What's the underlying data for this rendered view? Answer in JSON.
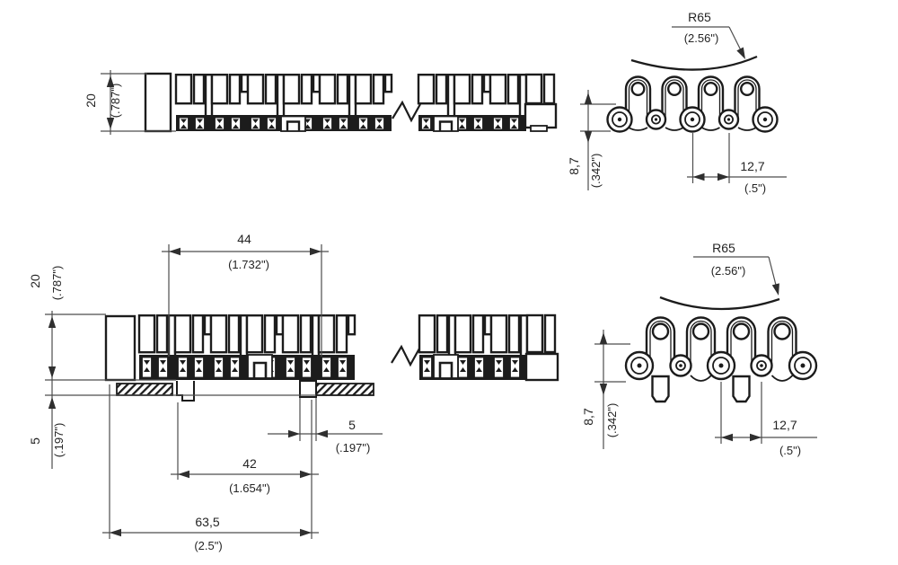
{
  "drawing_type": "chain-conveyor-technical-drawing",
  "colors": {
    "line": "#1c1c1c",
    "dimension": "#4d4d4d",
    "text": "#242424",
    "background": "#ffffff"
  },
  "views": {
    "top_side": {
      "dims": {
        "height": {
          "mm": "20",
          "in": "(.787\")"
        }
      }
    },
    "top_end": {
      "dims": {
        "radius": {
          "mm": "R65",
          "in": "(2.56\")"
        },
        "back_height": {
          "mm": "8,7",
          "in": "(.342\")"
        },
        "pitch": {
          "mm": "12,7",
          "in": "(.5\")"
        }
      }
    },
    "bottom_side": {
      "dims": {
        "top_width": {
          "mm": "44",
          "in": "(1.732\")"
        },
        "height": {
          "mm": "20",
          "in": "(.787\")"
        },
        "rail_height": {
          "mm": "5",
          "in": "(.197\")"
        },
        "tab_width": {
          "mm": "5",
          "in": "(.197\")"
        },
        "inner_width": {
          "mm": "42",
          "in": "(1.654\")"
        },
        "overall_width": {
          "mm": "63,5",
          "in": "(2.5\")"
        }
      }
    },
    "bottom_end": {
      "dims": {
        "radius": {
          "mm": "R65",
          "in": "(2.56\")"
        },
        "back_height": {
          "mm": "8,7",
          "in": "(.342\")"
        },
        "pitch": {
          "mm": "12,7",
          "in": "(.5\")"
        }
      }
    }
  }
}
